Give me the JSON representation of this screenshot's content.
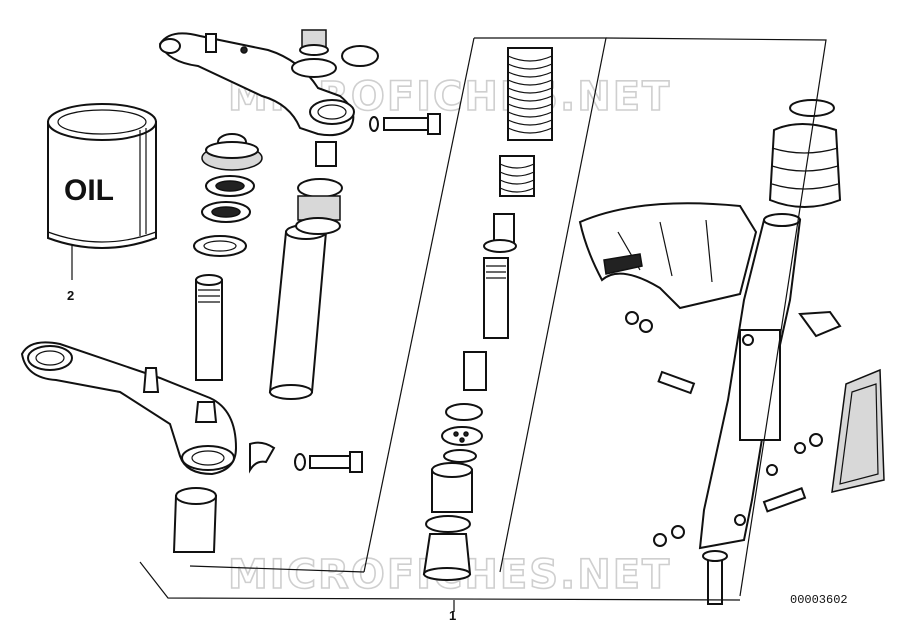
{
  "watermark": "MICROFICHES.NET",
  "oil_can_text": "OIL",
  "callouts": {
    "item_1": "1",
    "item_2": "2"
  },
  "drawing_number": "00003602",
  "colors": {
    "ink": "#111111",
    "watermark": "#cfcfcf",
    "background": "#ffffff"
  }
}
